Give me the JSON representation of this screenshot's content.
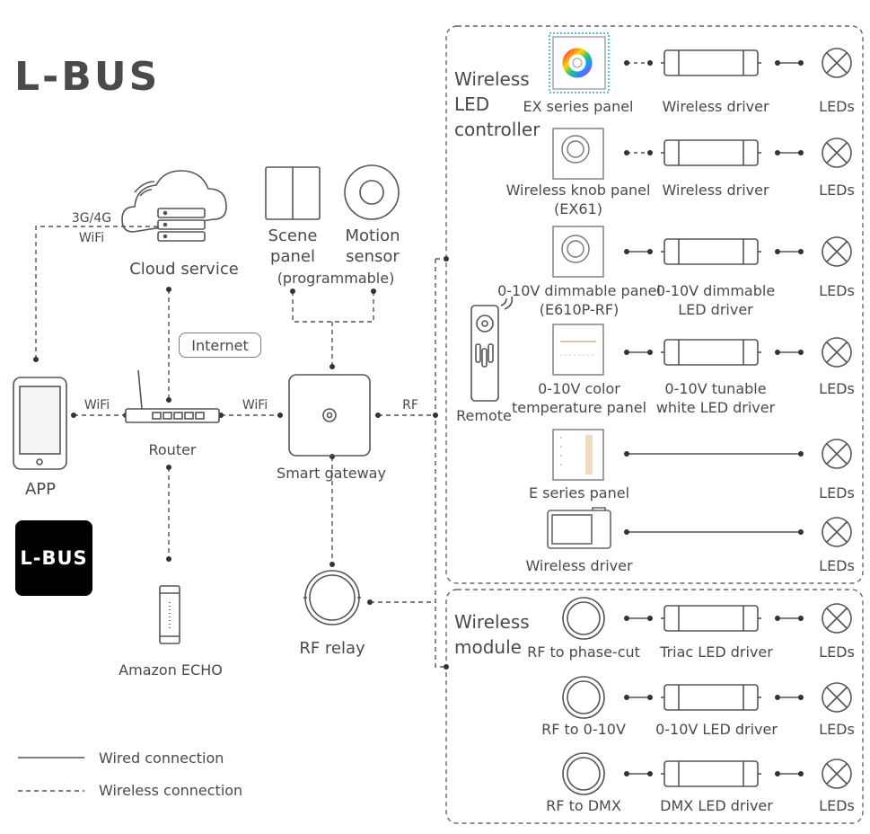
{
  "brand": {
    "logo_text": "L-BUS",
    "app_icon_text": "L-BUS"
  },
  "network": {
    "wifi_label_app": "WiFi",
    "mobile_label_line1": "3G/4G",
    "mobile_label_line2": "WiFi",
    "wifi_label_gateway": "WiFi",
    "rf_label": "RF",
    "internet_label": "Internet"
  },
  "nodes": {
    "cloud": "Cloud service",
    "router": "Router",
    "app": "APP",
    "echo": "Amazon ECHO",
    "gateway": "Smart gateway",
    "relay": "RF relay",
    "remote": "Remote",
    "scene_panel": [
      "Scene",
      "panel",
      "(programmable)"
    ],
    "motion_sensor": [
      "Motion",
      "sensor"
    ]
  },
  "wireless_led_controller": {
    "title": [
      "Wireless",
      "LED",
      "controller"
    ],
    "rows": [
      {
        "panel": [
          "EX series panel"
        ],
        "driver": [
          "Wireless driver"
        ],
        "load": "LEDs",
        "link": "wireless"
      },
      {
        "panel": [
          "Wireless knob panel",
          "(EX61)"
        ],
        "driver": [
          "Wireless driver"
        ],
        "load": "LEDs",
        "link": "wireless"
      },
      {
        "panel": [
          "0-10V dimmable panel",
          "(E610P-RF)"
        ],
        "driver": [
          "0-10V dimmable",
          "LED driver"
        ],
        "load": "LEDs",
        "link": "wired"
      },
      {
        "panel": [
          "0-10V color",
          "temperature panel"
        ],
        "driver": [
          "0-10V tunable",
          "white LED driver"
        ],
        "load": "LEDs",
        "link": "wired"
      },
      {
        "panel": [
          "E series panel"
        ],
        "driver": [],
        "load": "LEDs",
        "link": "wired"
      },
      {
        "panel": [
          "Wireless driver"
        ],
        "driver": [],
        "load": "LEDs",
        "link": "wired"
      }
    ]
  },
  "wireless_module": {
    "title": [
      "Wireless",
      "module"
    ],
    "rows": [
      {
        "module": "RF to phase-cut",
        "driver": "Triac LED driver",
        "load": "LEDs"
      },
      {
        "module": "RF to 0-10V",
        "driver": "0-10V LED driver",
        "load": "LEDs"
      },
      {
        "module": "RF to DMX",
        "driver": "DMX LED driver",
        "load": "LEDs"
      }
    ]
  },
  "legend": {
    "wired": "Wired connection",
    "wireless": "Wireless connection"
  }
}
